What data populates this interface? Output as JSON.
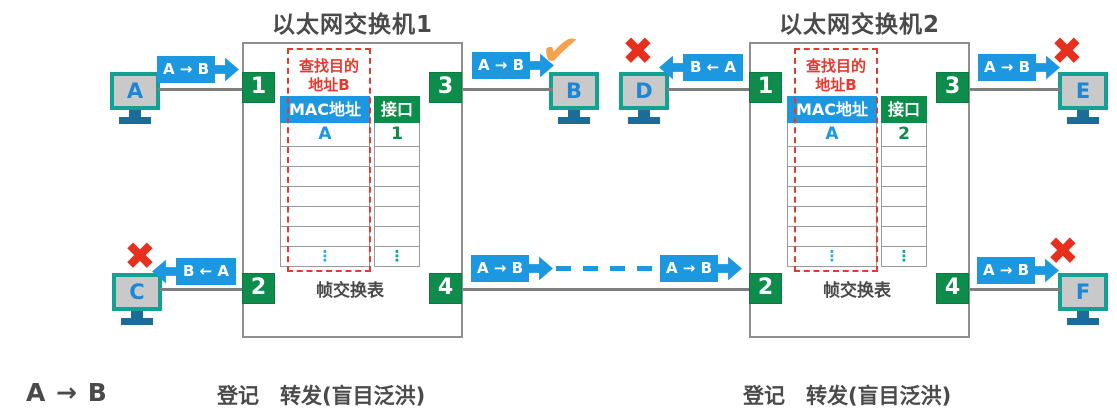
{
  "colors": {
    "blue": "#1b98e0",
    "green": "#0e8c4c",
    "red": "#e72f1e",
    "redline": "#e63a30",
    "orange": "#f7a14e",
    "teal": "#12a193",
    "navy": "#1a6c99",
    "ink": "#4a4a4a",
    "line": "#7f7f7f",
    "border": "#8f8f8f",
    "cellline": "#9a9a9a",
    "screen": "#c9c9c9",
    "dotteal": "#00a99d"
  },
  "switches": [
    {
      "title": "以太网交换机1",
      "note": [
        "查找目的",
        "地址B"
      ],
      "ports": [
        "1",
        "2",
        "3",
        "4"
      ],
      "table": {
        "headers": [
          "MAC地址",
          "接口"
        ],
        "row": [
          "A",
          "1"
        ],
        "dots": [
          "⋮",
          "⋮"
        ],
        "caption": "帧交换表"
      }
    },
    {
      "title": "以太网交换机2",
      "note": [
        "查找目的",
        "地址B"
      ],
      "ports": [
        "1",
        "2",
        "3",
        "4"
      ],
      "table": {
        "headers": [
          "MAC地址",
          "接口"
        ],
        "row": [
          "A",
          "2"
        ],
        "dots": [
          "⋮",
          "⋮"
        ],
        "caption": "帧交换表"
      }
    }
  ],
  "hosts": [
    "A",
    "B",
    "C",
    "D",
    "E",
    "F"
  ],
  "labels": {
    "forward": "A → B",
    "reverse": "B ← A"
  },
  "marks": {
    "ok": "✔",
    "no": "✖"
  },
  "footer": {
    "flow": "A → B",
    "note": "登记　转发(盲目泛洪)"
  }
}
